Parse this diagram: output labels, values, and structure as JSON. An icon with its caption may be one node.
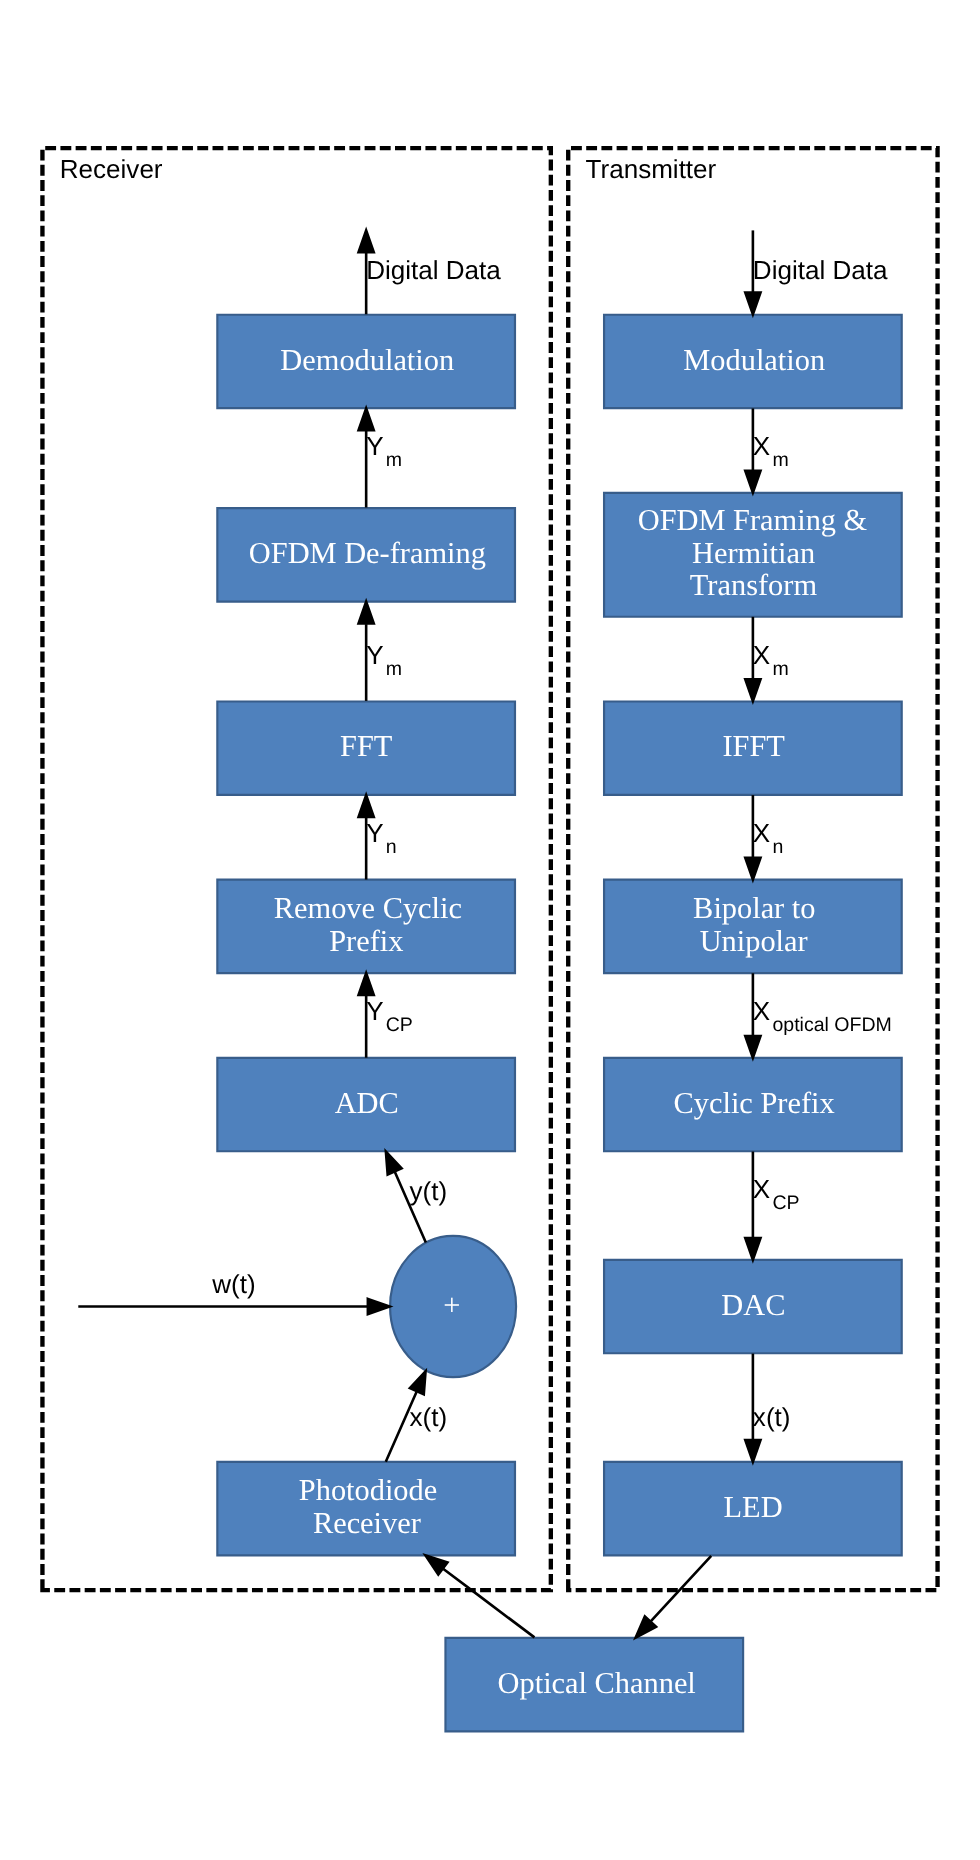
{
  "diagram": {
    "nodes": [
      {
        "text": [
          "Transmitter"
        ]
      },
      {
        "text": [
          "Modulation"
        ],
        "in": 0
      },
      {
        "text": [
          "OFDM Framing & Hermitian Transform"
        ],
        "in": 0
      },
      {
        "text": [
          "IFFT"
        ],
        "in": 0
      },
      {
        "text": [
          "Bipolar to Unipolar"
        ],
        "in": 0
      },
      {
        "text": [
          "Cyclic Prefix"
        ],
        "in": 0
      },
      {
        "text": [
          "DAC"
        ],
        "in": 0
      },
      {
        "text": [
          "LED"
        ],
        "in": 0
      },
      {
        "text": [
          "Optical Channel"
        ]
      },
      {
        "text": [
          "Receiver"
        ]
      },
      {
        "text": [
          "Photodiode Receiver"
        ],
        "in": 9
      },
      {
        "text": [
          "+"
        ],
        "in": 9
      },
      {
        "text": [
          "ADC"
        ],
        "in": 9
      },
      {
        "text": [
          "Remove Cyclic Prefix"
        ],
        "in": 9
      },
      {
        "text": [
          "FFT"
        ],
        "in": 9
      },
      {
        "text": [
          "OFDM De-framing"
        ],
        "in": 9
      },
      {
        "text": [
          "Demodulation"
        ],
        "in": 9
      }
    ],
    "edges": [
      {
        "from": null,
        "to": 1,
        "arrow": "to",
        "label": "Digital Data"
      },
      {
        "from": 1,
        "to": 2,
        "arrow": "to",
        "label": "X$_{m}$"
      },
      {
        "from": 2,
        "to": 3,
        "arrow": "to",
        "label": "X$_{m}$"
      },
      {
        "from": 3,
        "to": 4,
        "arrow": "to",
        "label": "X$_{n}$"
      },
      {
        "from": 4,
        "to": 5,
        "arrow": "to",
        "label": "X$_{optical OFDM}$"
      },
      {
        "from": 5,
        "to": 6,
        "arrow": "to",
        "label": "X$_{CP}$"
      },
      {
        "from": 6,
        "to": 7,
        "arrow": "to",
        "label": "x(t)"
      },
      {
        "from": 7,
        "to": 8,
        "arrow": "to"
      },
      {
        "from": 8,
        "to": 10,
        "arrow": "to"
      },
      {
        "from": 10,
        "to": 11,
        "arrow": "to",
        "label": "x(t)"
      },
      {
        "from": null,
        "to": 11,
        "arrow": "to",
        "label": "w(t)"
      },
      {
        "from": 11,
        "to": 12,
        "arrow": "to",
        "label": "y(t)"
      },
      {
        "from": 12,
        "to": 13,
        "arrow": "to",
        "label": "Y$_{CP}$"
      },
      {
        "from": 13,
        "to": 14,
        "arrow": "to",
        "label": "Y$_{n}$"
      },
      {
        "from": 14,
        "to": 15,
        "arrow": "to",
        "label": "Y$_{m}$"
      },
      {
        "from": 15,
        "to": 16,
        "arrow": "to",
        "label": "Y$_{m}$"
      },
      {
        "from": 16,
        "to": null,
        "arrow": "to",
        "label": "Digital Data"
      }
    ]
  }
}
